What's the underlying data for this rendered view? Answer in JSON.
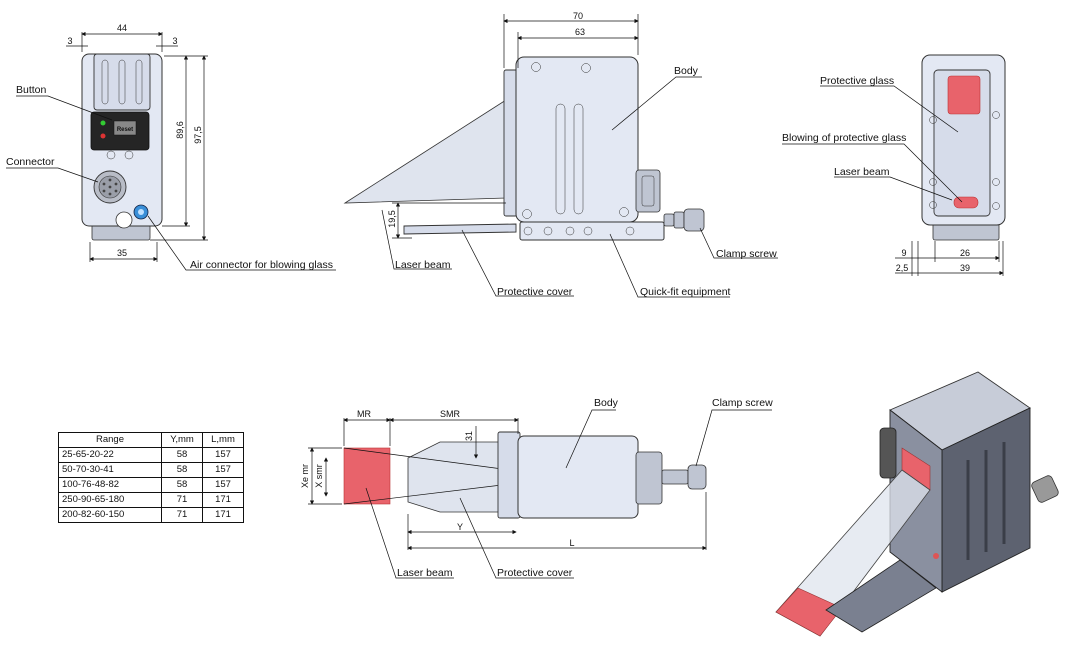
{
  "front_view": {
    "dims": {
      "width_top": "44",
      "side_left": "3",
      "side_right": "3",
      "height_inner": "89,6",
      "height_outer": "97,5",
      "width_bottom": "35"
    },
    "labels": {
      "button": "Button",
      "connector": "Connector",
      "air_connector": "Air connector for blowing glass"
    },
    "button_text": "Reset"
  },
  "side_view": {
    "dims": {
      "length_outer": "70",
      "length_inner": "63",
      "beam_height": "19,5"
    },
    "labels": {
      "body": "Body",
      "laser_beam": "Laser beam",
      "protective_cover": "Protective cover",
      "quick_fit": "Quick-fit equipment",
      "clamp_screw": "Clamp screw"
    }
  },
  "rear_view": {
    "dims": {
      "d9": "9",
      "d26": "26",
      "d2_5": "2,5",
      "d39": "39"
    },
    "labels": {
      "protective_glass": "Protective glass",
      "blowing": "Blowing of protective glass",
      "laser_beam": "Laser beam"
    }
  },
  "top_view": {
    "dims": {
      "mr": "MR",
      "smr": "SMR",
      "h31": "31",
      "y": "Y",
      "l": "L",
      "xe_mr": "Xe mr",
      "x_smr": "X smr"
    },
    "labels": {
      "body": "Body",
      "clamp_screw": "Clamp screw",
      "laser_beam": "Laser beam",
      "protective_cover": "Protective cover"
    }
  },
  "table": {
    "headers": [
      "Range",
      "Y,mm",
      "L,mm"
    ],
    "rows": [
      [
        "25-65-20-22",
        "58",
        "157"
      ],
      [
        "50-70-30-41",
        "58",
        "157"
      ],
      [
        "100-76-48-82",
        "58",
        "157"
      ],
      [
        "250-90-65-180",
        "71",
        "171"
      ],
      [
        "200-82-60-150",
        "71",
        "171"
      ]
    ]
  }
}
